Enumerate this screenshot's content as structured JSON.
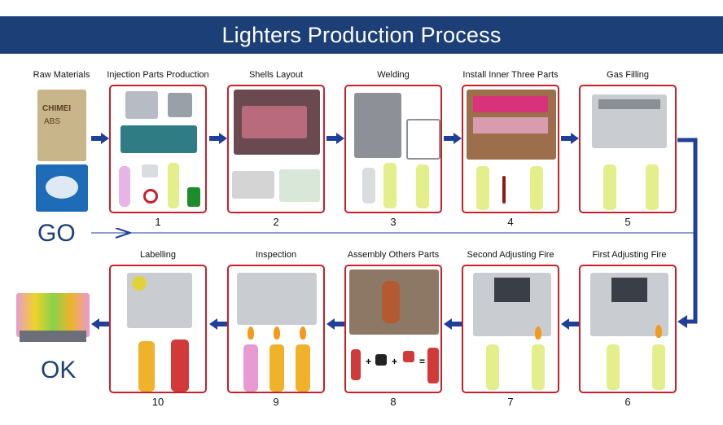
{
  "title": "Lighters Production Process",
  "raw_materials": {
    "label": "Raw Materials",
    "bag_text_1": "CHIMEI",
    "bag_text_2": "ABS"
  },
  "go_label": "GO",
  "ok_label": "OK",
  "steps": [
    {
      "number": "1",
      "label": "Injection Parts Production"
    },
    {
      "number": "2",
      "label": "Shells Layout"
    },
    {
      "number": "3",
      "label": "Welding"
    },
    {
      "number": "4",
      "label": "Install Inner Three Parts"
    },
    {
      "number": "5",
      "label": "Gas Filling"
    },
    {
      "number": "6",
      "label": "First Adjusting Fire"
    },
    {
      "number": "7",
      "label": "Second Adjusting Fire"
    },
    {
      "number": "8",
      "label": "Assembly Others Parts"
    },
    {
      "number": "9",
      "label": "Inspection"
    },
    {
      "number": "10",
      "label": "Labelling"
    }
  ],
  "assembly_symbols": [
    "+",
    "+",
    "="
  ],
  "colors": {
    "title_bg": "#1c3f78",
    "arrow_blue": "#1f3f9a",
    "box_border": "#c8202a",
    "lighter_yellow": "#e4ee8a"
  }
}
